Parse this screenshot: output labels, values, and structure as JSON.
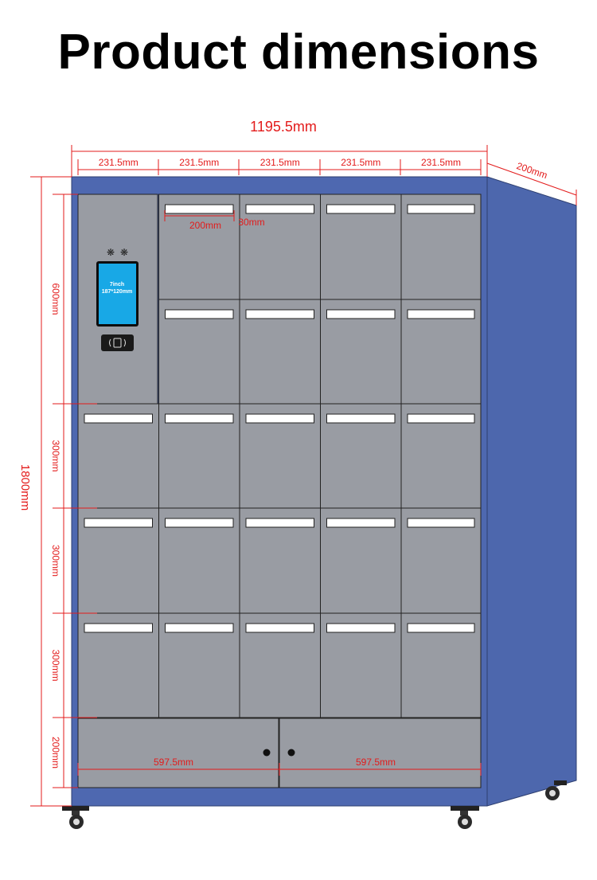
{
  "title": "Product dimensions",
  "colors": {
    "cabinet_blue": "#4e68b0",
    "side_blue": "#4d67ad",
    "door_gray": "#999ca3",
    "dimension_red": "#e31b1b"
  },
  "dimensions": {
    "total_width": "1195.5mm",
    "column_widths": [
      "231.5mm",
      "231.5mm",
      "231.5mm",
      "231.5mm",
      "231.5mm"
    ],
    "depth": "200mm",
    "label_slot_width": "200mm",
    "label_slot_gap": "30mm",
    "total_height": "1800mm",
    "row_heights": [
      "600mm",
      "300mm",
      "300mm",
      "300mm",
      "200mm"
    ],
    "bottom_door_widths": [
      "597.5mm",
      "597.5mm"
    ]
  },
  "screen": {
    "size_label": "7inch",
    "resolution_label": "187*120mm"
  },
  "icons": {
    "camera": "camera-icon",
    "card_reader": "nfc-card-reader-icon",
    "handles": "door-handle-icon",
    "wheels": "caster-wheel-icon"
  }
}
